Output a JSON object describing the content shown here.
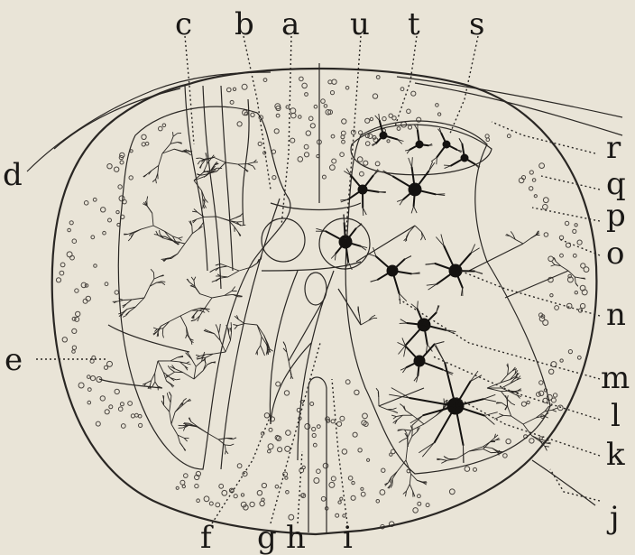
{
  "figure": {
    "labels": {
      "a": "a",
      "b": "b",
      "c": "c",
      "d": "d",
      "e": "e",
      "f": "f",
      "g": "g",
      "h": "h",
      "i": "i",
      "j": "j",
      "k": "k",
      "l": "l",
      "m": "m",
      "n": "n",
      "o": "o",
      "p": "p",
      "q": "q",
      "r": "r",
      "s": "s",
      "t": "t",
      "u": "u"
    }
  }
}
